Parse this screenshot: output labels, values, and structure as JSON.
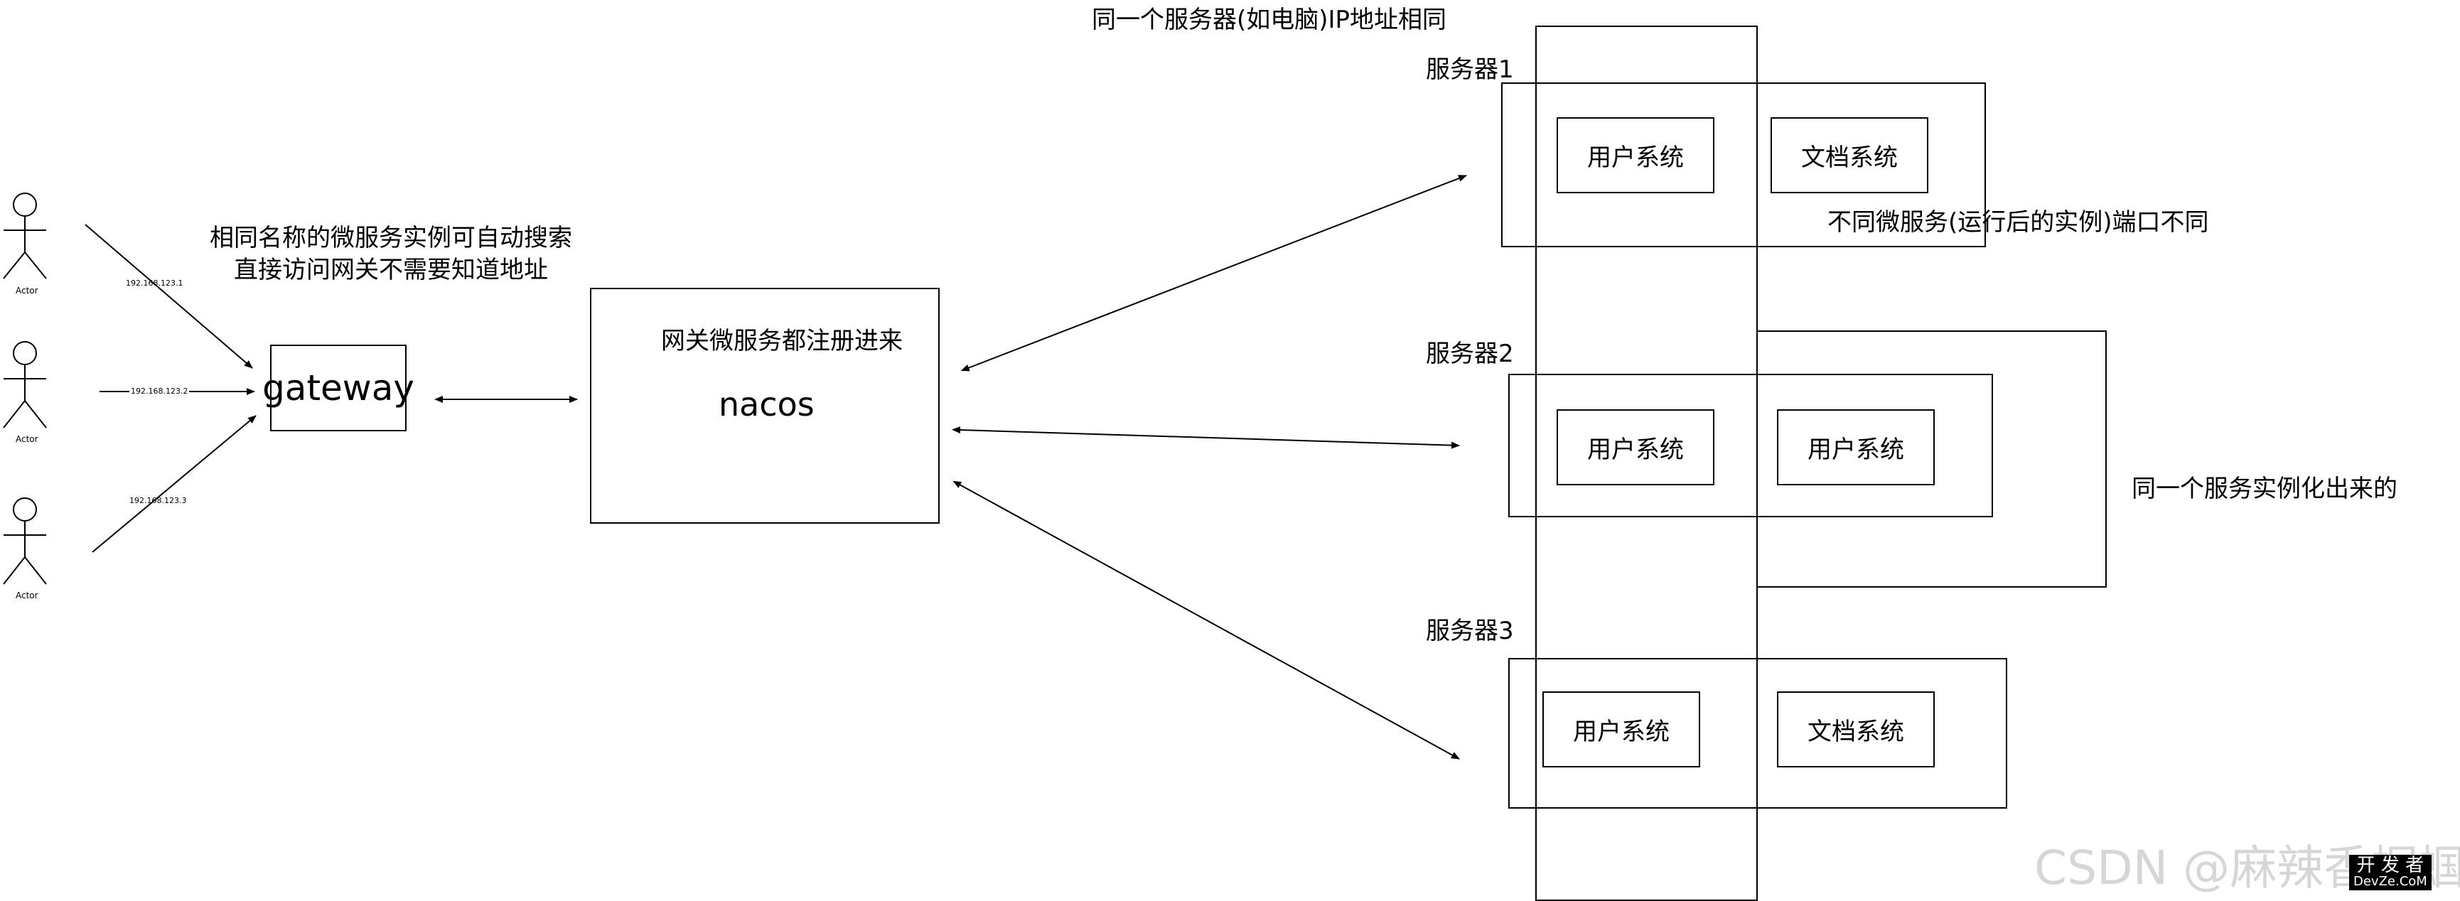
{
  "header": {
    "same_server_note": "同一个服务器(如电脑)IP地址相同"
  },
  "actors": [
    {
      "label": "Actor",
      "ip": "192.168.123.1"
    },
    {
      "label": "Actor",
      "ip": "192.168.123.2"
    },
    {
      "label": "Actor",
      "ip": "192.168.123.3"
    }
  ],
  "notes": {
    "auto_discovery_line1": "相同名称的微服务实例可自动搜索",
    "auto_discovery_line2": "直接访问网关不需要知道地址",
    "registration": "网关微服务都注册进来",
    "different_ports": "不同微服务(运行后的实例)端口不同",
    "same_service_instances": "同一个服务实例化出来的"
  },
  "gateway": {
    "label": "gateway"
  },
  "nacos": {
    "label": "nacos"
  },
  "servers": [
    {
      "label": "服务器1",
      "services": [
        "用户系统",
        "文档系统"
      ]
    },
    {
      "label": "服务器2",
      "services": [
        "用户系统",
        "用户系统"
      ]
    },
    {
      "label": "服务器3",
      "services": [
        "用户系统",
        "文档系统"
      ]
    }
  ],
  "watermark": {
    "text": "CSDN @麻辣香蝈蝈",
    "badge_line1": "开 发 者",
    "badge_line2": "DevZe.CoM"
  },
  "colors": {
    "line": "#000000",
    "watermark": "#d6d6d6",
    "background": "#ffffff"
  }
}
